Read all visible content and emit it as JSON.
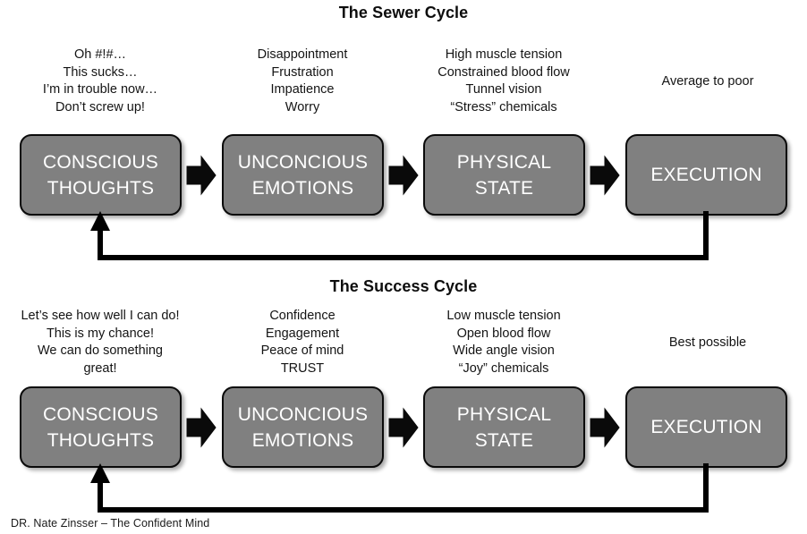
{
  "figure": {
    "attribution": "DR. Nate Zinsser – The Confident Mind",
    "box_fill_color": "#808080",
    "box_text_color": "#FFFFFF",
    "line_color": "#000000",
    "background_color": "#FFFFFF"
  },
  "cycles": [
    {
      "id": "sewer",
      "title": "The Sewer Cycle",
      "stages": [
        {
          "box_label": "CONSCIOUS\nTHOUGHTS",
          "descriptor": "Oh #!#…\nThis sucks…\nI’m in trouble now…\nDon’t screw up!"
        },
        {
          "box_label": "UNCONCIOUS\nEMOTIONS",
          "descriptor": "Disappointment\nFrustration\nImpatience\nWorry"
        },
        {
          "box_label": "PHYSICAL\nSTATE",
          "descriptor": "High muscle tension\nConstrained blood flow\nTunnel vision\n“Stress” chemicals"
        },
        {
          "box_label": "EXECUTION",
          "descriptor": "Average to poor"
        }
      ],
      "connector_icon": "right-block-arrow-icon",
      "feedback_icon": "feedback-loop-arrow-icon"
    },
    {
      "id": "success",
      "title": "The Success Cycle",
      "stages": [
        {
          "box_label": "CONSCIOUS\nTHOUGHTS",
          "descriptor": "Let’s see how well I can do!\nThis is my chance!\nWe can do something\ngreat!"
        },
        {
          "box_label": "UNCONCIOUS\nEMOTIONS",
          "descriptor": "Confidence\nEngagement\nPeace of mind\nTRUST"
        },
        {
          "box_label": "PHYSICAL\nSTATE",
          "descriptor": "Low muscle tension\nOpen blood flow\nWide angle vision\n“Joy” chemicals"
        },
        {
          "box_label": "EXECUTION",
          "descriptor": "Best possible"
        }
      ],
      "connector_icon": "right-block-arrow-icon",
      "feedback_icon": "feedback-loop-arrow-icon"
    }
  ]
}
